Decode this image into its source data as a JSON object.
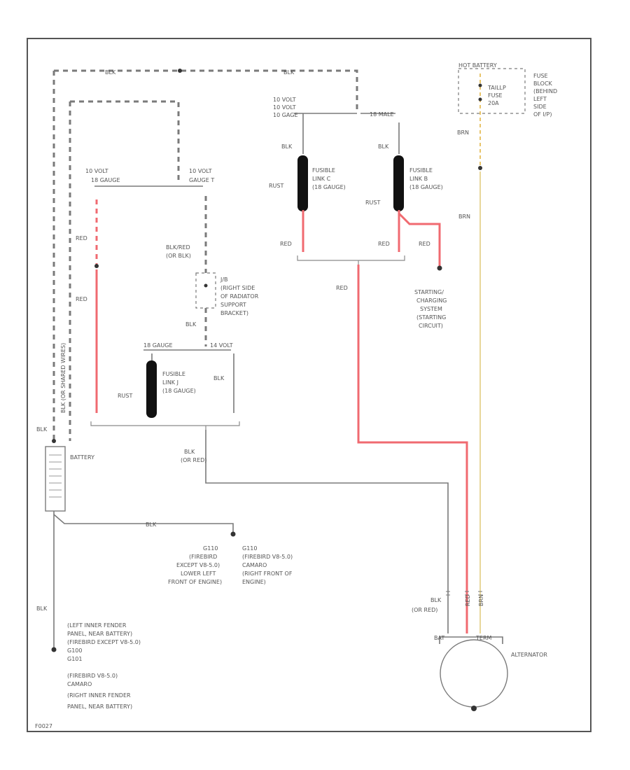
{
  "labels": {
    "blk_top_left": "BLK",
    "blk_top_right": "BLK",
    "wire_10_3_left": "10 VOLT",
    "wire_10_3_left_b": "18 GAUGE",
    "wire_10_3_right": "10 VOLT",
    "wire_10_3_right_b": "GAUGE T",
    "top_connector_l1": "10 VOLT",
    "top_connector_l2": "10 VOLT",
    "top_connector_l3": "10 GAGE",
    "top_connector_right": "18 MALE",
    "fuse_block_header": "HOT BATTERY",
    "fuse_block_l1": "FUSE",
    "fuse_block_l2": "BLOCK",
    "fuse_block_l3": "(BEHIND",
    "fuse_block_l4": "LEFT",
    "fuse_block_l5": "SIDE",
    "fuse_block_l6": "OF I/P)",
    "fuse_name_l1": "TAILLP",
    "fuse_name_l2": "FUSE",
    "fuse_name_l3": "20A",
    "brn_upper": "BRN",
    "brn_lower": "BRN",
    "blk_fl_c": "BLK",
    "blk_fl_b": "BLK",
    "fl_c_l1": "FUSIBLE",
    "fl_c_l2": "LINK C",
    "fl_c_l3": "(18 GAUGE)",
    "fl_b_l1": "FUSIBLE",
    "fl_b_l2": "LINK B",
    "fl_b_l3": "(18 GAUGE)",
    "rust_c": "RUST",
    "rust_b": "RUST",
    "red_c": "RED",
    "red_b": "RED",
    "red_branch": "RED",
    "red_main": "RED",
    "starting_l1": "STARTING/",
    "starting_l2": "CHARGING",
    "starting_l3": "SYSTEM",
    "starting_l4": "(STARTING",
    "starting_l5": "CIRCUIT)",
    "red_left_upper": "RED",
    "red_left_lower": "RED",
    "blk_red_l1": "BLK/RED",
    "blk_red_l2": "(OR BLK)",
    "splice_l1": "J/B",
    "splice_l2": "(RIGHT SIDE",
    "splice_l3": "OF RADIATOR",
    "splice_l4": "SUPPORT",
    "splice_l5": "BRACKET)",
    "blk_mid": "BLK",
    "gauge_left": "18 GAUGE",
    "gauge_right": "14 VOLT",
    "fl_j_l1": "FUSIBLE",
    "fl_j_l2": "LINK J",
    "fl_j_l3": "(18 GAUGE)",
    "rust_j": "RUST",
    "blk_j": "BLK",
    "vertical_label": "BLK (OR SHARED WIRES)",
    "blk_battery": "BLK",
    "battery": "BATTERY",
    "blk_or_red_mid_l1": "BLK",
    "blk_or_red_mid_l2": "(OR RED)",
    "blk_ground": "BLK",
    "g_left_l1": "G110",
    "g_left_l2": "(FIREBIRD",
    "g_left_l3": "EXCEPT V8-5.0)",
    "g_left_l4": "LOWER LEFT",
    "g_left_l5": "FRONT OF ENGINE)",
    "g_right_l1": "G110",
    "g_right_l2": "(FIREBIRD V8-5.0)",
    "g_right_l3": "CAMARO",
    "g_right_l4": "(RIGHT FRONT OF",
    "g_right_l5": "ENGINE)",
    "blk_lower_left": "BLK",
    "g_bottom_l1": "(LEFT INNER FENDER",
    "g_bottom_l2": "PANEL, NEAR BATTERY)",
    "g_bottom_l3": "(FIREBIRD EXCEPT V8-5.0)",
    "g_bottom_l4": "G100",
    "g_bottom_l5": "G101",
    "g_bottom_l6": "(FIREBIRD V8-5.0)",
    "g_bottom_l7": "CAMARO",
    "g_bottom_l8": "(RIGHT INNER FENDER",
    "g_bottom_l9": "PANEL, NEAR BATTERY)",
    "blk_alt_l1": "BLK",
    "blk_alt_l2": "(OR RED)",
    "alt_term_l1": "RED",
    "alt_term_l2": "BRN",
    "alt_bat": "BAT",
    "alt_term": "TERM",
    "alternator": "ALTERNATOR",
    "corner_id": "F0027"
  },
  "colors": {
    "wire_gray": "#7a7a7a",
    "wire_red": "#f06a70",
    "wire_brown_yellow": "#e8d79a",
    "fusible_link": "#111111"
  }
}
